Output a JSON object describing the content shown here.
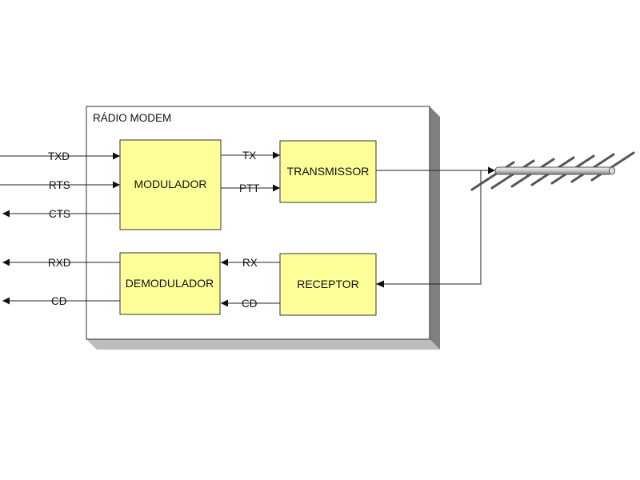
{
  "title": "RÁDIO MODEM",
  "blocks": {
    "modulador": "MODULADOR",
    "transmissor": "TRANSMISSOR",
    "demodulador": "DEMODULADOR",
    "receptor": "RECEPTOR"
  },
  "signals": {
    "txd": "TXD",
    "rts": "RTS",
    "cts": "CTS",
    "rxd": "RXD",
    "cd_out": "CD",
    "tx": "TX",
    "ptt": "PTT",
    "rx": "RX",
    "cd_internal": "CD"
  },
  "icons": {
    "antenna": "yagi-antenna-icon"
  },
  "colors": {
    "block_fill": "#ffff99",
    "box_side": "#808080",
    "box_bottom": "#bdbdbd"
  }
}
